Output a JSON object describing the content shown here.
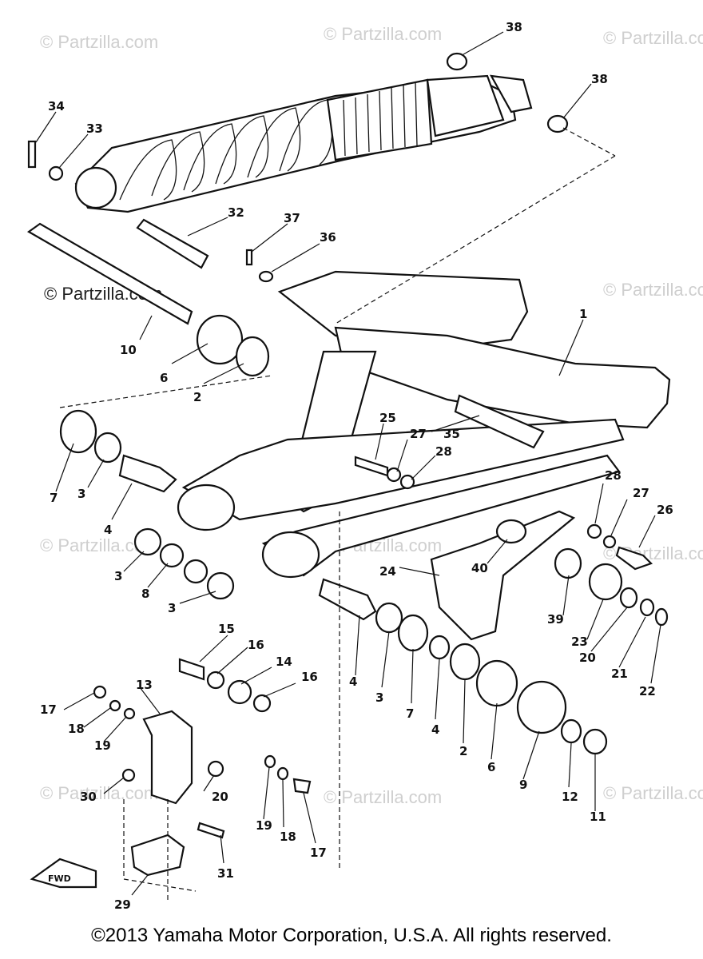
{
  "watermarks": {
    "text": "© Partzilla.com",
    "prominent": "© Partzilla.com"
  },
  "copyright": "©2013 Yamaha Motor Corporation, U.S.A. All rights reserved.",
  "fwd_label": "FWD",
  "callouts": [
    "1",
    "2",
    "3",
    "4",
    "6",
    "7",
    "8",
    "9",
    "10",
    "11",
    "12",
    "13",
    "14",
    "15",
    "16",
    "17",
    "18",
    "19",
    "20",
    "21",
    "22",
    "23",
    "24",
    "25",
    "26",
    "27",
    "28",
    "29",
    "30",
    "31",
    "32",
    "33",
    "34",
    "35",
    "36",
    "37",
    "38",
    "39",
    "40"
  ]
}
